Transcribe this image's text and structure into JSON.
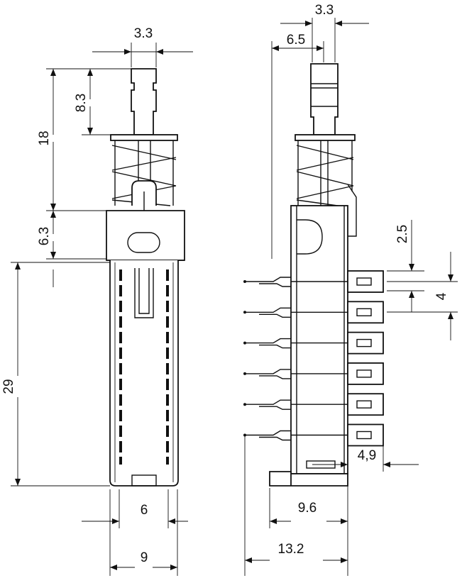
{
  "front_view": {
    "dims": {
      "plunger_width": "3.3",
      "plunger_height": "8.3",
      "top_height": "18",
      "head_height": "6.3",
      "body_height": "29",
      "pin_span": "6",
      "body_width": "9"
    }
  },
  "side_view": {
    "dims": {
      "plunger_width": "3.3",
      "plunger_offset": "6.5",
      "terminal_width": "2.5",
      "terminal_pitch": "4",
      "terminal_length": "4,9",
      "base_width": "9.6",
      "overall_width": "13.2"
    },
    "terminal_rows": 6
  }
}
